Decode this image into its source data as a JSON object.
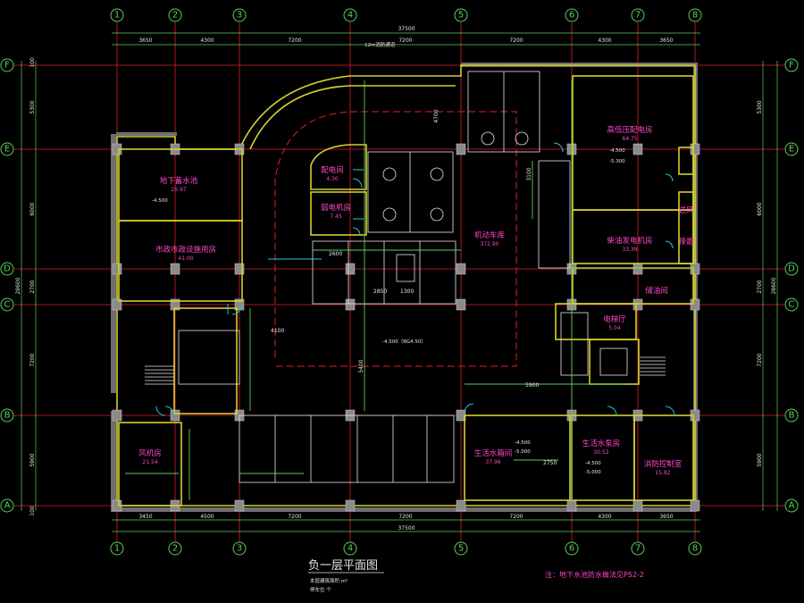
{
  "axes": {
    "numbers": [
      "1",
      "2",
      "3",
      "4",
      "5",
      "6",
      "7",
      "8"
    ],
    "letters": [
      "F",
      "E",
      "D",
      "C",
      "B",
      "A"
    ]
  },
  "dims_top": [
    "3650",
    "4300",
    "7200",
    "7200",
    "7200",
    "4300",
    "3650"
  ],
  "dims_bottom": [
    "3450",
    "4500",
    "7200",
    "7200",
    "7200",
    "4300",
    "3650"
  ],
  "overall_top": "37500",
  "overall_bottom": "37500",
  "dims_left": [
    "100",
    "5300",
    "6000",
    "2700",
    "7200",
    "5900",
    "100"
  ],
  "dims_right": [
    "100",
    "5300",
    "6000",
    "2700",
    "7200",
    "5900",
    "100"
  ],
  "overall_side": "28600",
  "rooms": [
    {
      "name": "地下蓄水池",
      "area": "25.97"
    },
    {
      "name": "市政市政设施用房",
      "area": "41.00"
    },
    {
      "name": "配电间",
      "area": "4.30"
    },
    {
      "name": "弱电机房",
      "area": "7.45"
    },
    {
      "name": "机动车库",
      "area": "372.90"
    },
    {
      "name": "高低压配电房",
      "area": "64.75"
    },
    {
      "name": "柴油发电机房",
      "area": "33.39"
    },
    {
      "name": "储油间",
      "area": ""
    },
    {
      "name": "电梯厅",
      "area": "5.04"
    },
    {
      "name": "风机房",
      "area": "21.54"
    },
    {
      "name": "生活水箱间",
      "area": "37.96"
    },
    {
      "name": "生活水泵房",
      "area": "30.52"
    },
    {
      "name": "消防控制室",
      "area": "15.82"
    },
    {
      "name": "送风",
      "area": ""
    },
    {
      "name": "排烟",
      "area": ""
    }
  ],
  "labels": {
    "elev_main": "-4.500",
    "elev_sub": "-5.000",
    "elev_floor": "-4.500（BG4.50）",
    "elev_a": "-4.500",
    "elev_b": "-5.300",
    "note_top": "12m消防通道",
    "dim_5400": "5400",
    "dim_4700": "4700",
    "dim_3100": "3100",
    "dim_2850": "2850",
    "dim_2600": "2600",
    "dim_1300": "1300",
    "dim_4100": "4100",
    "dim_5900": "5900",
    "dim_2750": "2750"
  },
  "title": "负一层平面图",
  "title_sub": "本层建筑面积 m²",
  "title_sub2": "停车位 个",
  "note_bottom": "注：地下水池防水做法见P52-2",
  "colors": {
    "axis": "#5ad15a",
    "grid": "#e0202a",
    "wall": "#d6d02e",
    "room": "#ff48c8",
    "cyan": "#29c6e0"
  }
}
